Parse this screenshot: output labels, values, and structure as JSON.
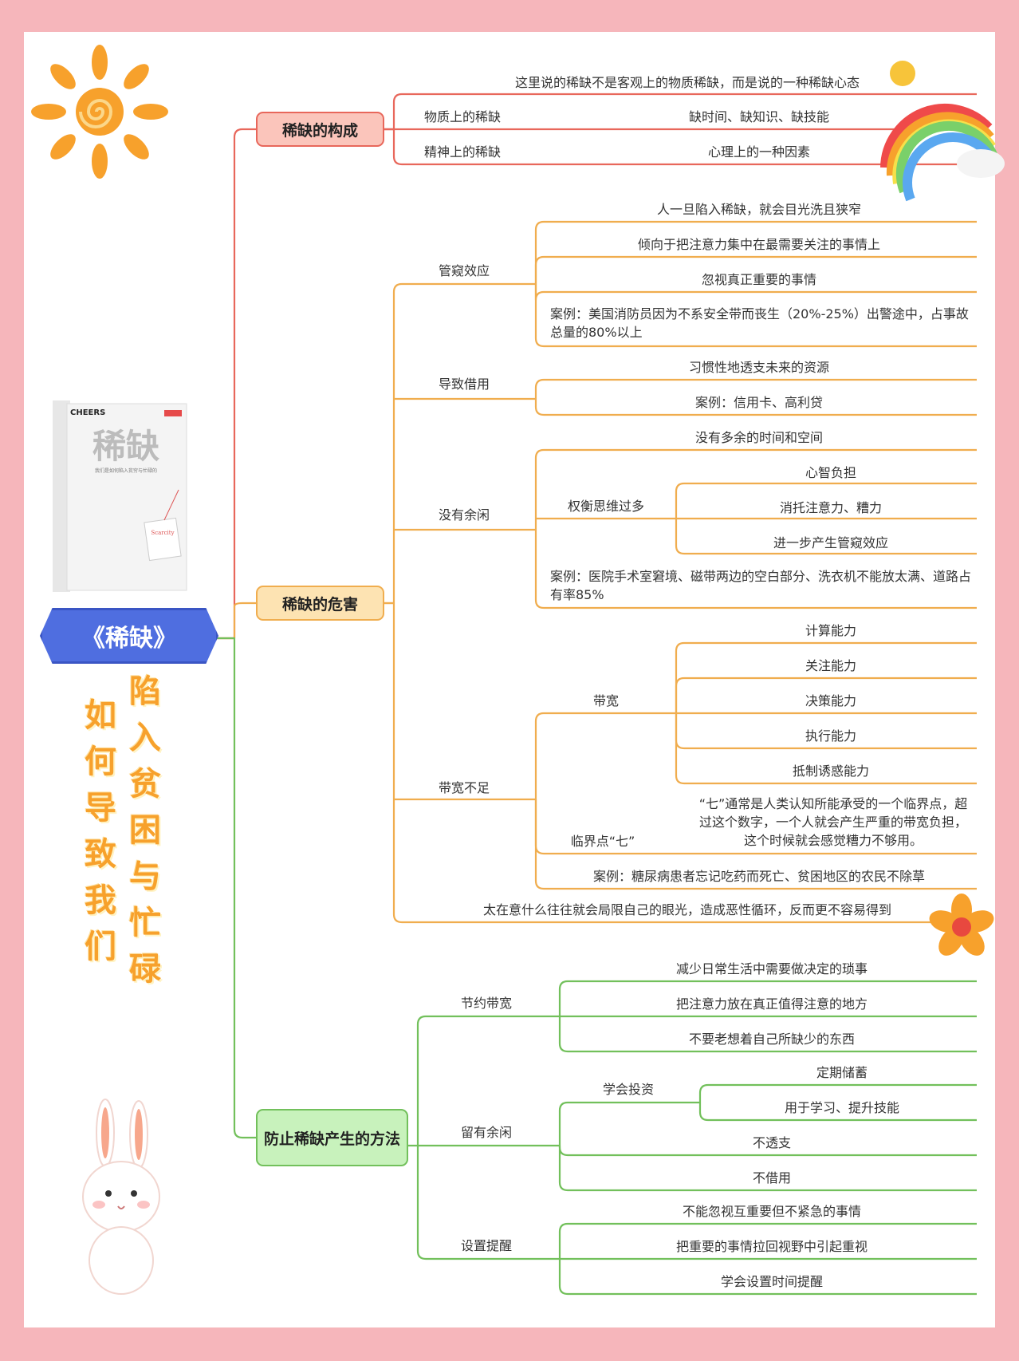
{
  "root": {
    "title": "《稀缺》"
  },
  "side_title": {
    "col1": "陷入贫困与忙碌",
    "col2": "如何导致我们"
  },
  "book": {
    "publisher": "CHEERS",
    "cover_title": "稀缺",
    "cover_subtitle": "我们是如何陷入贫穷与忙碌的",
    "english_title": "Scarcity"
  },
  "branches": {
    "composition": {
      "label": "稀缺的构成",
      "note": "这里说的稀缺不是客观上的物质稀缺，而是说的一种稀缺心态",
      "material": {
        "label": "物质上的稀缺",
        "detail": "缺时间、缺知识、缺技能"
      },
      "spiritual": {
        "label": "精神上的稀缺",
        "detail": "心理上的一种因素"
      }
    },
    "harm": {
      "label": "稀缺的危害",
      "tunnel": {
        "label": "管窥效应",
        "items": [
          "人一旦陷入稀缺，就会目光洗且狭窄",
          "倾向于把注意力集中在最需要关注的事情上",
          "忽视真正重要的事情",
          "案例：美国消防员因为不系安全带而丧生（20%-25%）出警途中，占事故总量的80%以上"
        ]
      },
      "borrow": {
        "label": "导致借用",
        "items": [
          "习惯性地透支未来的资源",
          "案例：信用卡、高利贷"
        ]
      },
      "noslack": {
        "label": "没有余闲",
        "item1": "没有多余的时间和空间",
        "tradeoff": {
          "label": "权衡思维过多",
          "items": [
            "心智负担",
            "消托注意力、糟力",
            "进一步产生管窥效应"
          ]
        },
        "case": "案例：医院手术室窘境、磁带两边的空白部分、洗衣机不能放太满、道路占有率85%"
      },
      "bandwidth": {
        "label": "带宽不足",
        "band": {
          "label": "带宽",
          "items": [
            "计算能力",
            "关注能力",
            "决策能力",
            "执行能力",
            "抵制诱惑能力"
          ]
        },
        "critical": {
          "label": "临界点“七”",
          "detail": "“七”通常是人类认知所能承受的一个临界点，超过这个数字，一个人就会产生严重的带宽负担，这个时候就会感觉糟力不够用。"
        },
        "case": "案例：糖尿病患者忘记吃药而死亡、贫困地区的农民不除草"
      },
      "summary": "太在意什么往往就会局限自己的眼光，造成恶性循环，反而更不容易得到"
    },
    "prevent": {
      "label": "防止稀缺产生的方法",
      "save": {
        "label": "节约带宽",
        "items": [
          "减少日常生活中需要做决定的琐事",
          "把注意力放在真正值得注意的地方",
          "不要老想着自己所缺少的东西"
        ]
      },
      "slack": {
        "label": "留有余闲",
        "invest": {
          "label": "学会投资",
          "items": [
            "定期储蓄",
            "用于学习、提升技能"
          ]
        },
        "items": [
          "不透支",
          "不借用"
        ]
      },
      "remind": {
        "label": "设置提醒",
        "items": [
          "不能忽视互重要但不紧急的事情",
          "把重要的事情拉回视野中引起重视",
          "学会设置时间提醒"
        ]
      }
    }
  },
  "colors": {
    "frame": "#f6b6bb",
    "red_branch": "#e8675b",
    "orange_branch": "#f0ad4e",
    "green_branch": "#72c05b",
    "root_fill": "#4f6ee0",
    "title_orange": "#f7a12c"
  }
}
